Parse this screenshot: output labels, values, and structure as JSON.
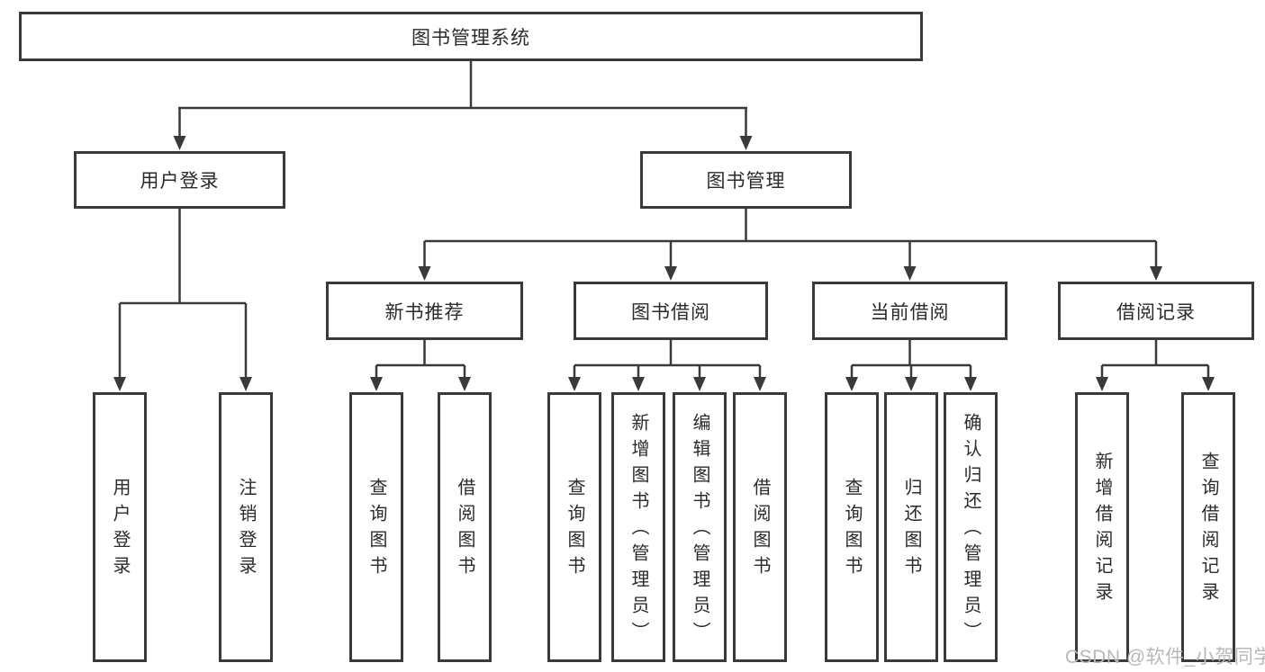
{
  "diagram": {
    "title": "图书管理系统",
    "tree": {
      "label": "图书管理系统",
      "children": [
        {
          "label": "用户登录",
          "children": [
            {
              "label": "用户登录"
            },
            {
              "label": "注销登录"
            }
          ]
        },
        {
          "label": "图书管理",
          "children": [
            {
              "label": "新书推荐",
              "children": [
                {
                  "label": "查询图书"
                },
                {
                  "label": "借阅图书"
                }
              ]
            },
            {
              "label": "图书借阅",
              "children": [
                {
                  "label": "查询图书"
                },
                {
                  "label": "新增图书（管理员）"
                },
                {
                  "label": "编辑图书（管理员）"
                },
                {
                  "label": "借阅图书"
                }
              ]
            },
            {
              "label": "当前借阅",
              "children": [
                {
                  "label": "查询图书"
                },
                {
                  "label": "归还图书"
                },
                {
                  "label": "确认归还（管理员）"
                }
              ]
            },
            {
              "label": "借阅记录",
              "children": [
                {
                  "label": "新增借阅记录"
                },
                {
                  "label": "查询借阅记录"
                }
              ]
            }
          ]
        }
      ]
    },
    "colors": {
      "line": "#3a3a3a",
      "box_border": "#3a3a3a",
      "text": "#2b2b2b",
      "background": "#ffffff",
      "watermark": "#b8b8b8"
    }
  },
  "watermark": {
    "text": "CSDN @软件_小贺同学"
  }
}
